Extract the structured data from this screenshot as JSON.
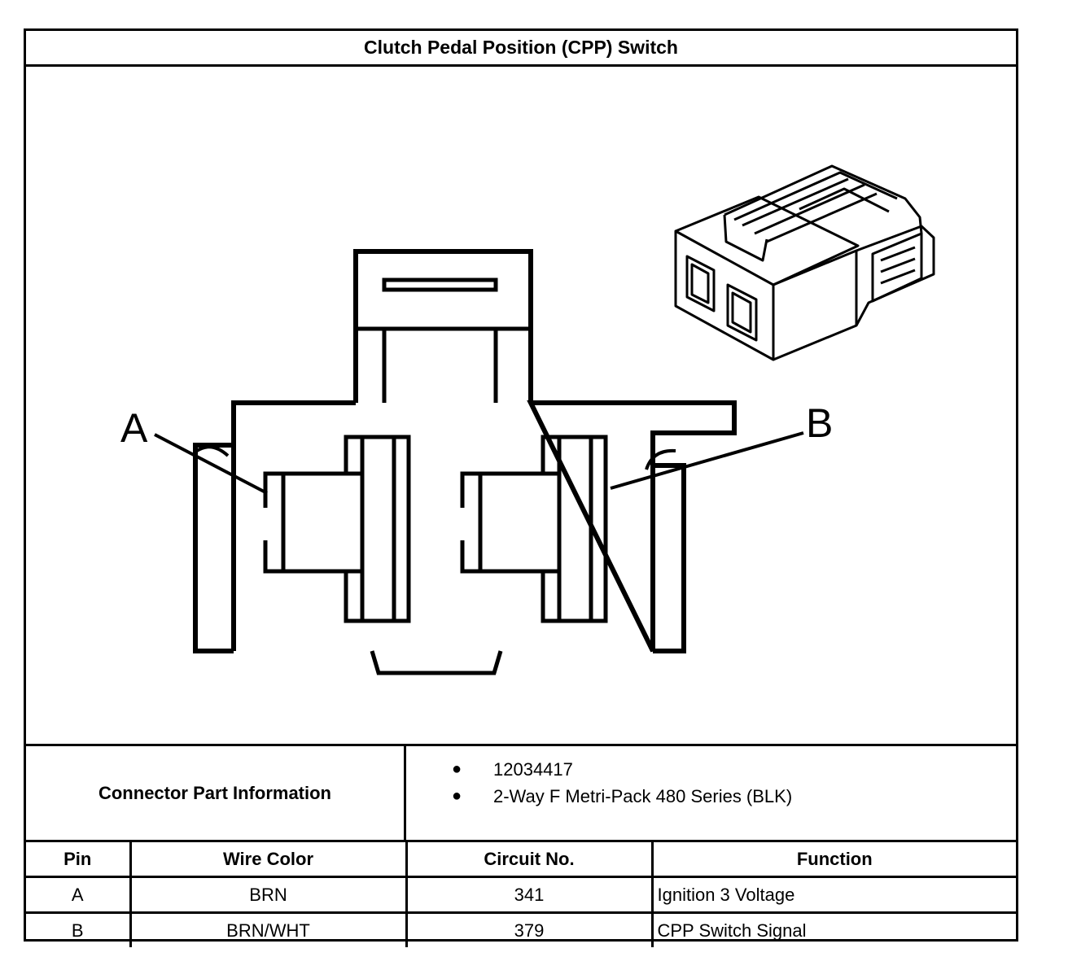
{
  "title": "Clutch Pedal Position (CPP) Switch",
  "diagram": {
    "callouts": [
      "A",
      "B"
    ],
    "connector_views": [
      "front-face-icon",
      "isometric-connector-icon"
    ]
  },
  "connector_info": {
    "label": "Connector Part Information",
    "items": [
      "12034417",
      "2-Way F Metri-Pack 480 Series (BLK)"
    ]
  },
  "pin_table": {
    "headers": [
      "Pin",
      "Wire Color",
      "Circuit No.",
      "Function"
    ],
    "rows": [
      {
        "pin": "A",
        "wire_color": "BRN",
        "circuit": "341",
        "function": "Ignition 3 Voltage"
      },
      {
        "pin": "B",
        "wire_color": "BRN/WHT",
        "circuit": "379",
        "function": "CPP Switch Signal"
      }
    ]
  }
}
